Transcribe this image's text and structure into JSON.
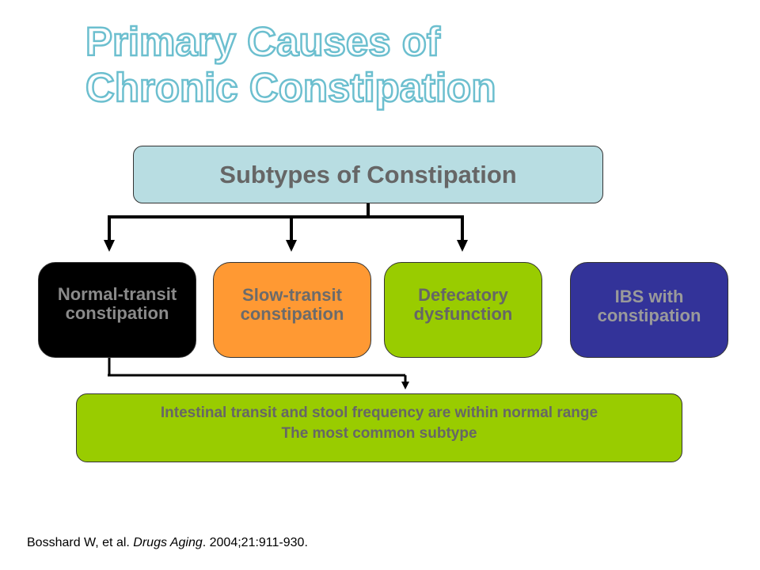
{
  "title": {
    "line1": "Primary Causes of",
    "line2": "Chronic Constipation"
  },
  "diagram": {
    "root": "Subtypes of Constipation",
    "subtypes": [
      {
        "line1": "Normal-transit",
        "line2": "constipation",
        "color": "#000000"
      },
      {
        "line1": "Slow-transit",
        "line2": "constipation",
        "color": "#ff9933"
      },
      {
        "line1": "Defecatory",
        "line2": "dysfunction",
        "color": "#99cc00"
      },
      {
        "line1": "IBS with",
        "line2": "constipation",
        "color": "#333399"
      }
    ],
    "detail": {
      "line1": "Intestinal transit and stool frequency are within normal range",
      "line2": "The most common subtype",
      "color": "#99cc00"
    }
  },
  "citation": {
    "authors": "Bosshard W, et al.",
    "journal": "Drugs Aging",
    "details": "2004;21:911-930."
  },
  "colors": {
    "title_outline": "#6cbfcf",
    "root_fill": "#b8dde2"
  }
}
